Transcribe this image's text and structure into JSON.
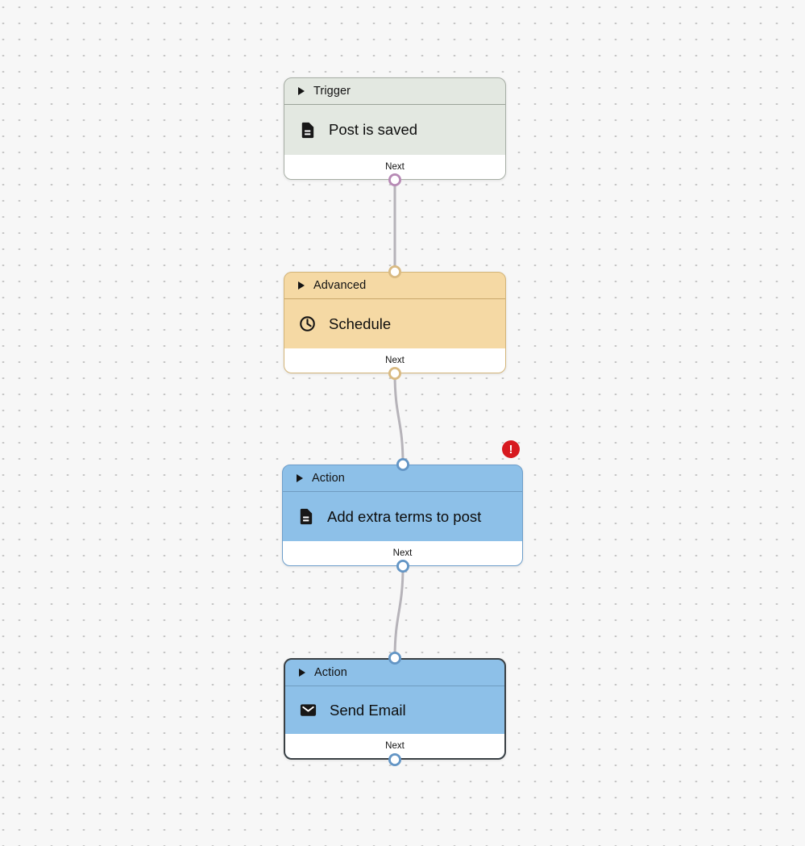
{
  "canvas": {
    "background_color": "#f7f7f7",
    "dot_grid_color": "#c6c6c6"
  },
  "nodes": [
    {
      "id": "trigger",
      "category": "Trigger",
      "title": "Post is saved",
      "icon": "document-icon",
      "port_label": "Next",
      "has_input_port": false,
      "has_output_port": true,
      "selected": false,
      "error": false,
      "theme": {
        "bg": "#e3e8e1",
        "border": "#a6ada4",
        "port_ring": "#b78ab5"
      }
    },
    {
      "id": "advanced",
      "category": "Advanced",
      "title": "Schedule",
      "icon": "clock-icon",
      "port_label": "Next",
      "has_input_port": true,
      "has_output_port": true,
      "selected": false,
      "error": false,
      "theme": {
        "bg": "#f5d9a4",
        "border": "#d3b478",
        "port_ring": "#d9ba82"
      }
    },
    {
      "id": "action-add-extra-terms",
      "category": "Action",
      "title": "Add extra terms to post",
      "icon": "document-icon",
      "port_label": "Next",
      "has_input_port": true,
      "has_output_port": true,
      "selected": false,
      "error": true,
      "error_badge": "!",
      "error_badge_color": "#d7191f",
      "theme": {
        "bg": "#8dc0e8",
        "border": "#6c9dca",
        "port_ring": "#6395c5"
      }
    },
    {
      "id": "action-send-email",
      "category": "Action",
      "title": "Send Email",
      "icon": "mail-icon",
      "port_label": "Next",
      "has_input_port": true,
      "has_output_port": true,
      "selected": true,
      "error": false,
      "theme": {
        "bg": "#8dc0e8",
        "border": "#3a4044",
        "port_ring": "#6395c5"
      }
    }
  ],
  "connections": [
    {
      "from": "trigger",
      "from_port": "Next",
      "to": "advanced"
    },
    {
      "from": "advanced",
      "from_port": "Next",
      "to": "action-add-extra-terms"
    },
    {
      "from": "action-add-extra-terms",
      "from_port": "Next",
      "to": "action-send-email"
    }
  ],
  "edge_color": "#b6b3b9"
}
